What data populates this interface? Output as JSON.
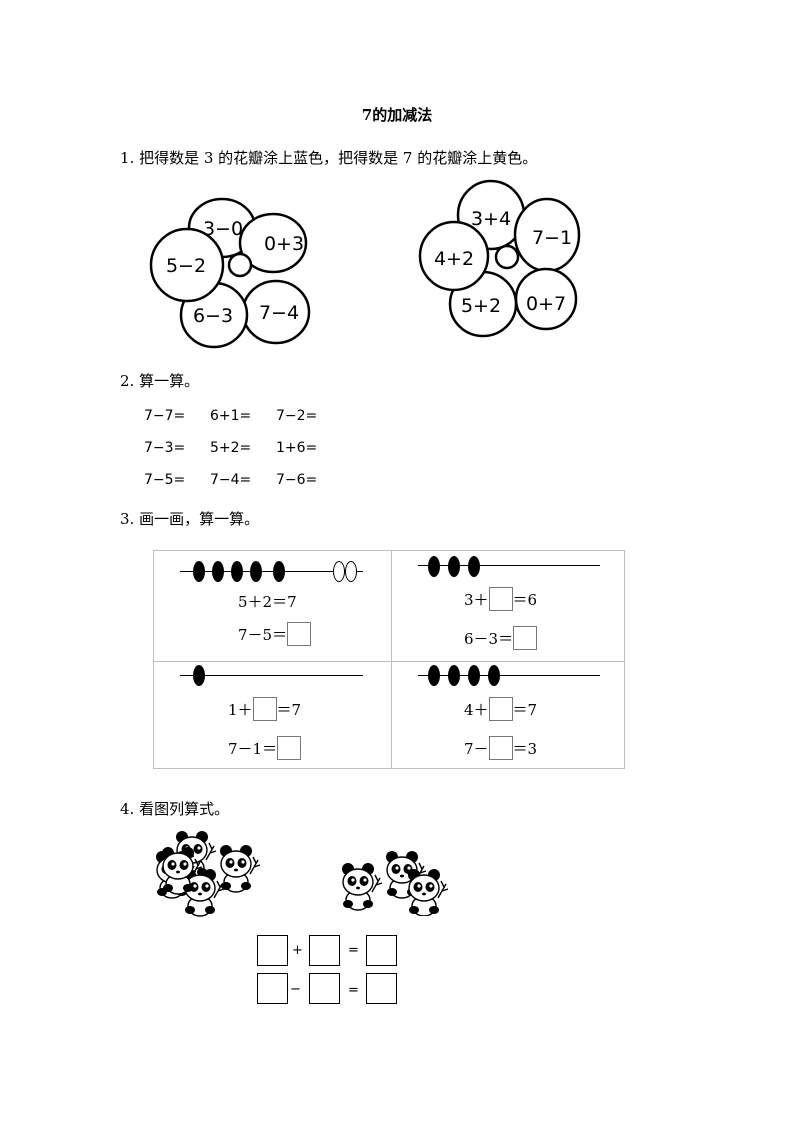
{
  "title": "7的加减法",
  "q1": {
    "text": "1. 把得数是 3 的花瓣涂上蓝色，把得数是 7 的花瓣涂上黄色。",
    "flower1": [
      "3−0",
      "0+3",
      "7−4",
      "6−3",
      "5−2"
    ],
    "flower2": [
      "3+4",
      "7−1",
      "0+7",
      "5+2",
      "4+2"
    ]
  },
  "q2": {
    "text": "2. 算一算。",
    "rows": [
      [
        "7−7=",
        "6+1=",
        "7−2="
      ],
      [
        "7−3=",
        "5+2=",
        "1+6="
      ],
      [
        "7−5=",
        "7−4=",
        "7−6="
      ]
    ]
  },
  "q3": {
    "text": "3. 画一画，算一算。",
    "cells": [
      {
        "filled": 5,
        "open": 2,
        "eq1": [
          "5＋2＝7"
        ],
        "eq2": [
          "7－5＝",
          ""
        ]
      },
      {
        "filled": 3,
        "open": 0,
        "eq1": [
          "3＋",
          "",
          "＝6"
        ],
        "eq2": [
          "6－3＝",
          ""
        ]
      },
      {
        "filled": 1,
        "open": 0,
        "eq1": [
          "1＋",
          "",
          "＝7"
        ],
        "eq2": [
          "7－1＝",
          ""
        ]
      },
      {
        "filled": 4,
        "open": 0,
        "eq1": [
          "4＋",
          "",
          "＝7"
        ],
        "eq2": [
          "7－",
          "",
          "＝3"
        ]
      }
    ]
  },
  "q4": {
    "text": "4. 看图列算式。",
    "group1_count": 5,
    "group2_count": 3,
    "plus": "+",
    "minus": "−",
    "equals": "="
  }
}
